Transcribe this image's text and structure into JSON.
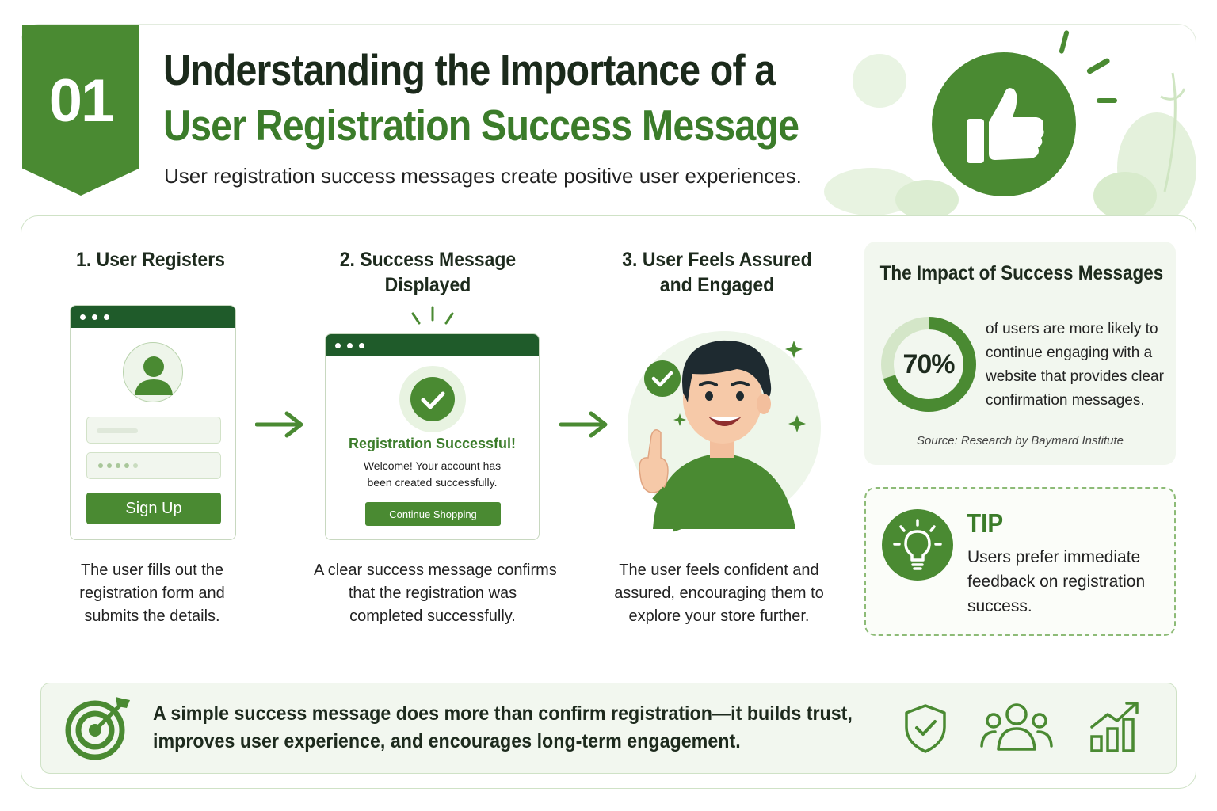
{
  "header": {
    "badge_number": "01",
    "title_line1": "Understanding the Importance of a",
    "title_line2": "User Registration Success Message",
    "subtitle": "User registration success messages create positive user experiences."
  },
  "steps": [
    {
      "title_lines": [
        "1. User Registers"
      ],
      "desc_lines": [
        "The user fills out the",
        "registration form and",
        "submits the details."
      ]
    },
    {
      "title_lines": [
        "2. Success Message",
        "Displayed"
      ],
      "desc_lines": [
        "A clear success message confirms",
        "that the registration was",
        "completed successfully."
      ]
    },
    {
      "title_lines": [
        "3. User Feels Assured",
        "and Engaged"
      ],
      "desc_lines": [
        "The user feels confident and",
        "assured, encouraging them to",
        "explore your store further."
      ]
    }
  ],
  "signup_mock": {
    "button_label": "Sign Up"
  },
  "success_mock": {
    "title": "Registration Successful!",
    "message_lines": [
      "Welcome! Your account has",
      "been created successfully."
    ],
    "button_label": "Continue Shopping"
  },
  "impact": {
    "title": "The Impact of Success Messages",
    "percent_label": "70%",
    "percent_value": 70,
    "text_lines": [
      "of users are more likely to",
      "continue engaging with a",
      "website that provides clear",
      "confirmation messages."
    ],
    "source": "Source: Research by Baymard Institute"
  },
  "tip": {
    "heading": "TIP",
    "text_lines": [
      "Users prefer immediate",
      "feedback on registration",
      "success."
    ]
  },
  "banner": {
    "text_lines": [
      "A simple success message does more than confirm registration—it builds trust,",
      "improves user experience, and encourages long-term engagement."
    ],
    "icons": [
      "target-icon",
      "shield-check-icon",
      "users-icon",
      "growth-chart-icon"
    ]
  },
  "colors": {
    "primary_green": "#4a8a32",
    "dark_green": "#1f5b2a",
    "title_green": "#3b7c2a",
    "light_green_bg": "#f2f7ef"
  }
}
